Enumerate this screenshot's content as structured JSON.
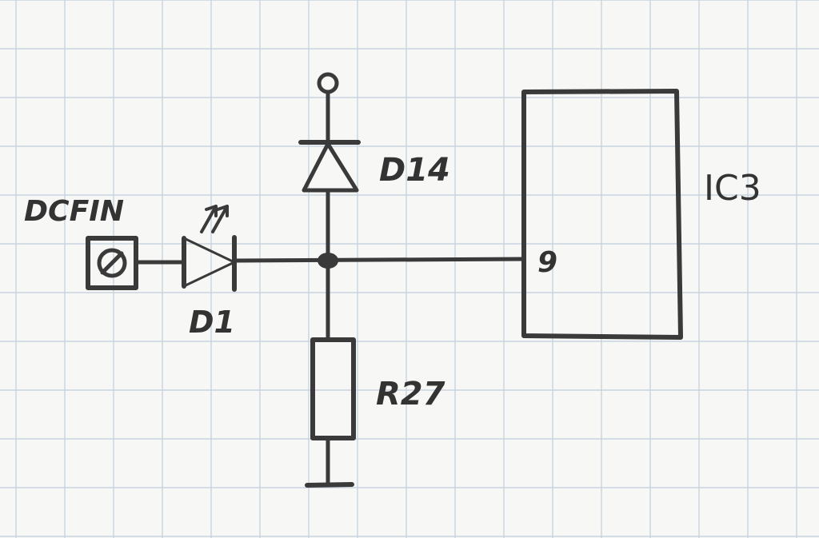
{
  "labels": {
    "connector": "DCFIN",
    "diode_led": "D1",
    "diode_top": "D14",
    "resistor": "R27",
    "ic": "IC3",
    "ic_pin": "9"
  },
  "colors": {
    "paper": "#f7f7f5",
    "grid": "#c9d3e0",
    "ink": "#3a3a3a"
  }
}
